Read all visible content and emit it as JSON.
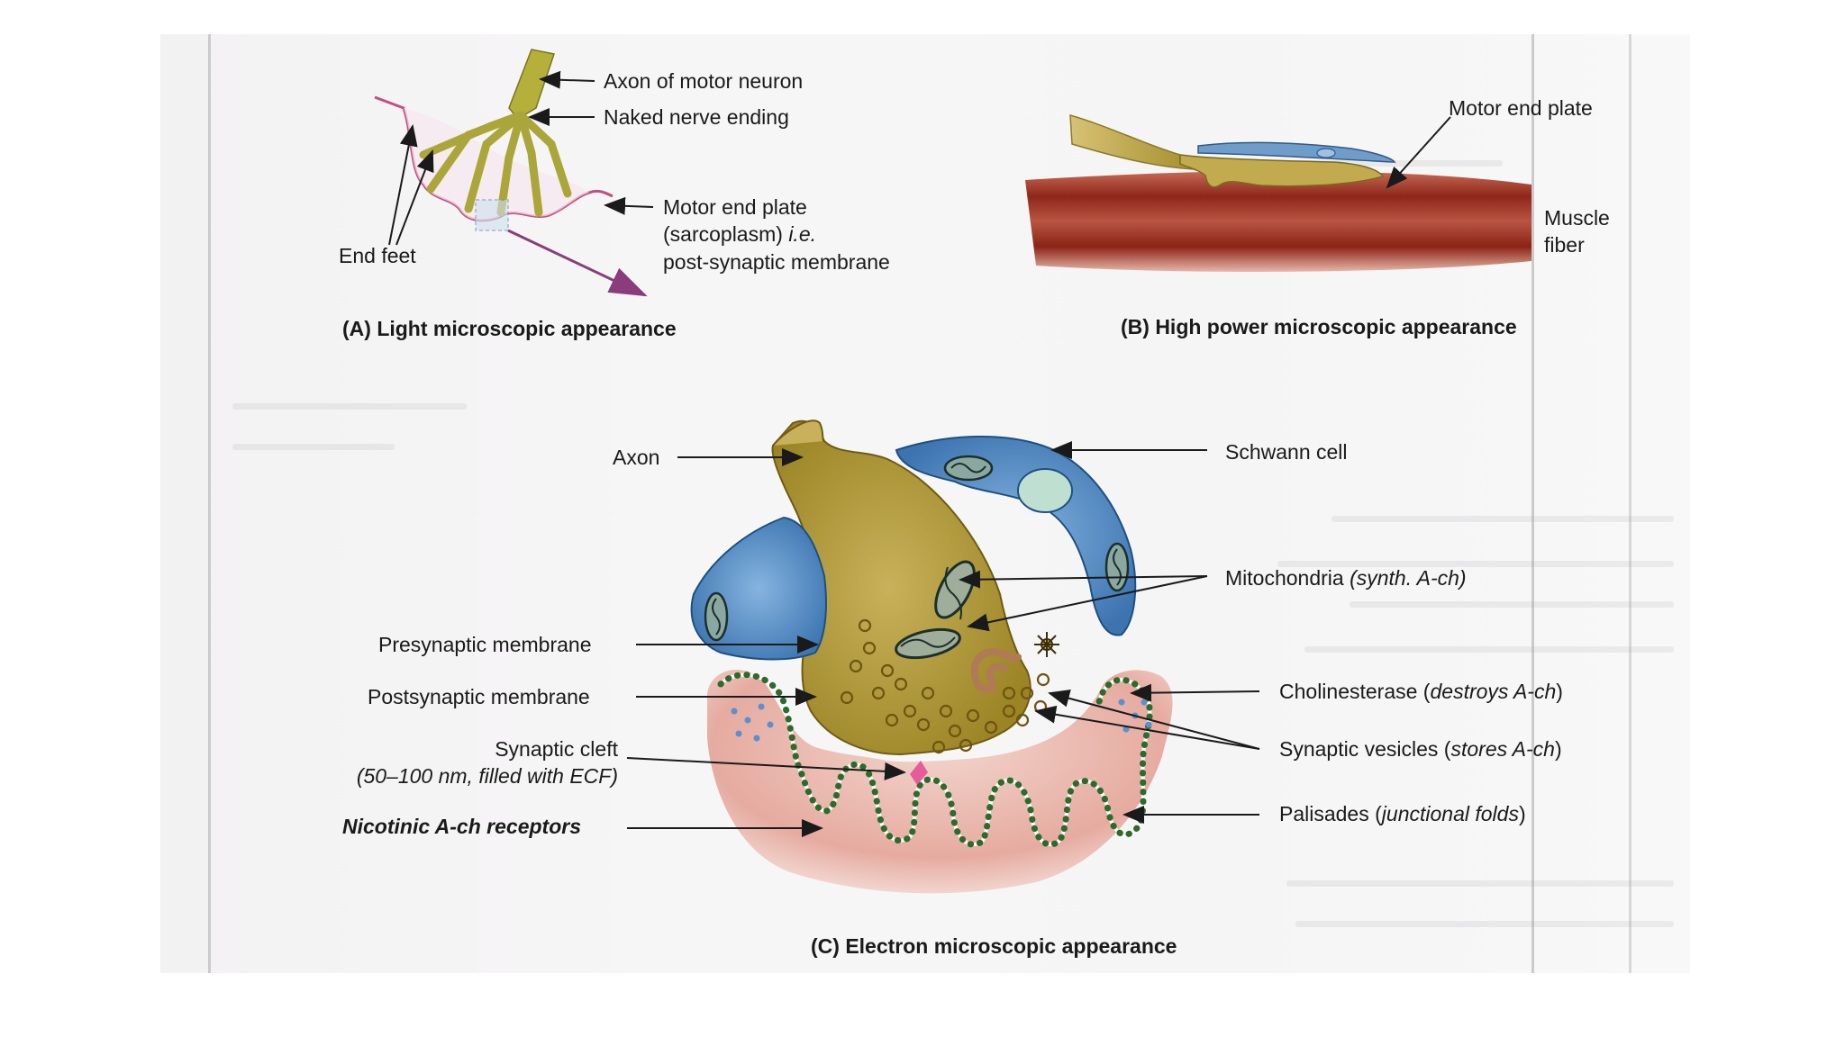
{
  "panel_a": {
    "caption": "(A) Light microscopic appearance",
    "labels": {
      "axon_motor_neuron": "Axon of motor neuron",
      "naked_nerve_ending": "Naked nerve ending",
      "motor_end_plate": "Motor end plate",
      "sarcoplasm": "(sarcoplasm)",
      "ie": "i.e.",
      "post_synaptic_membrane": "post-synaptic membrane",
      "end_feet": "End feet"
    }
  },
  "panel_b": {
    "caption": "(B) High power microscopic appearance",
    "labels": {
      "motor_end_plate": "Motor end plate",
      "muscle": "Muscle",
      "fiber": "fiber"
    }
  },
  "panel_c": {
    "caption": "(C) Electron microscopic appearance",
    "labels": {
      "axon": "Axon",
      "schwann_cell": "Schwann cell",
      "mitochondria": "Mitochondria",
      "mitochondria_note": "(synth. A-ch)",
      "presynaptic_membrane": "Presynaptic membrane",
      "postsynaptic_membrane": "Postsynaptic membrane",
      "synaptic_cleft": "Synaptic cleft",
      "cleft_note": "(50–100 nm, filled with ECF)",
      "nicotinic_receptors": "Nicotinic A-ch receptors",
      "cholinesterase": "Cholinesterase",
      "cholinesterase_note": "destroys A-ch",
      "synaptic_vesicles": "Synaptic vesicles",
      "vesicles_note": "stores A-ch",
      "palisades": "Palisades",
      "palisades_note": "junctional folds"
    }
  },
  "colors": {
    "axon": "#b5a13c",
    "schwann": "#4a83bd",
    "muscle": "#9b2f22",
    "membrane_dots": "#2c6b2c",
    "end_plate": "#c05080"
  }
}
